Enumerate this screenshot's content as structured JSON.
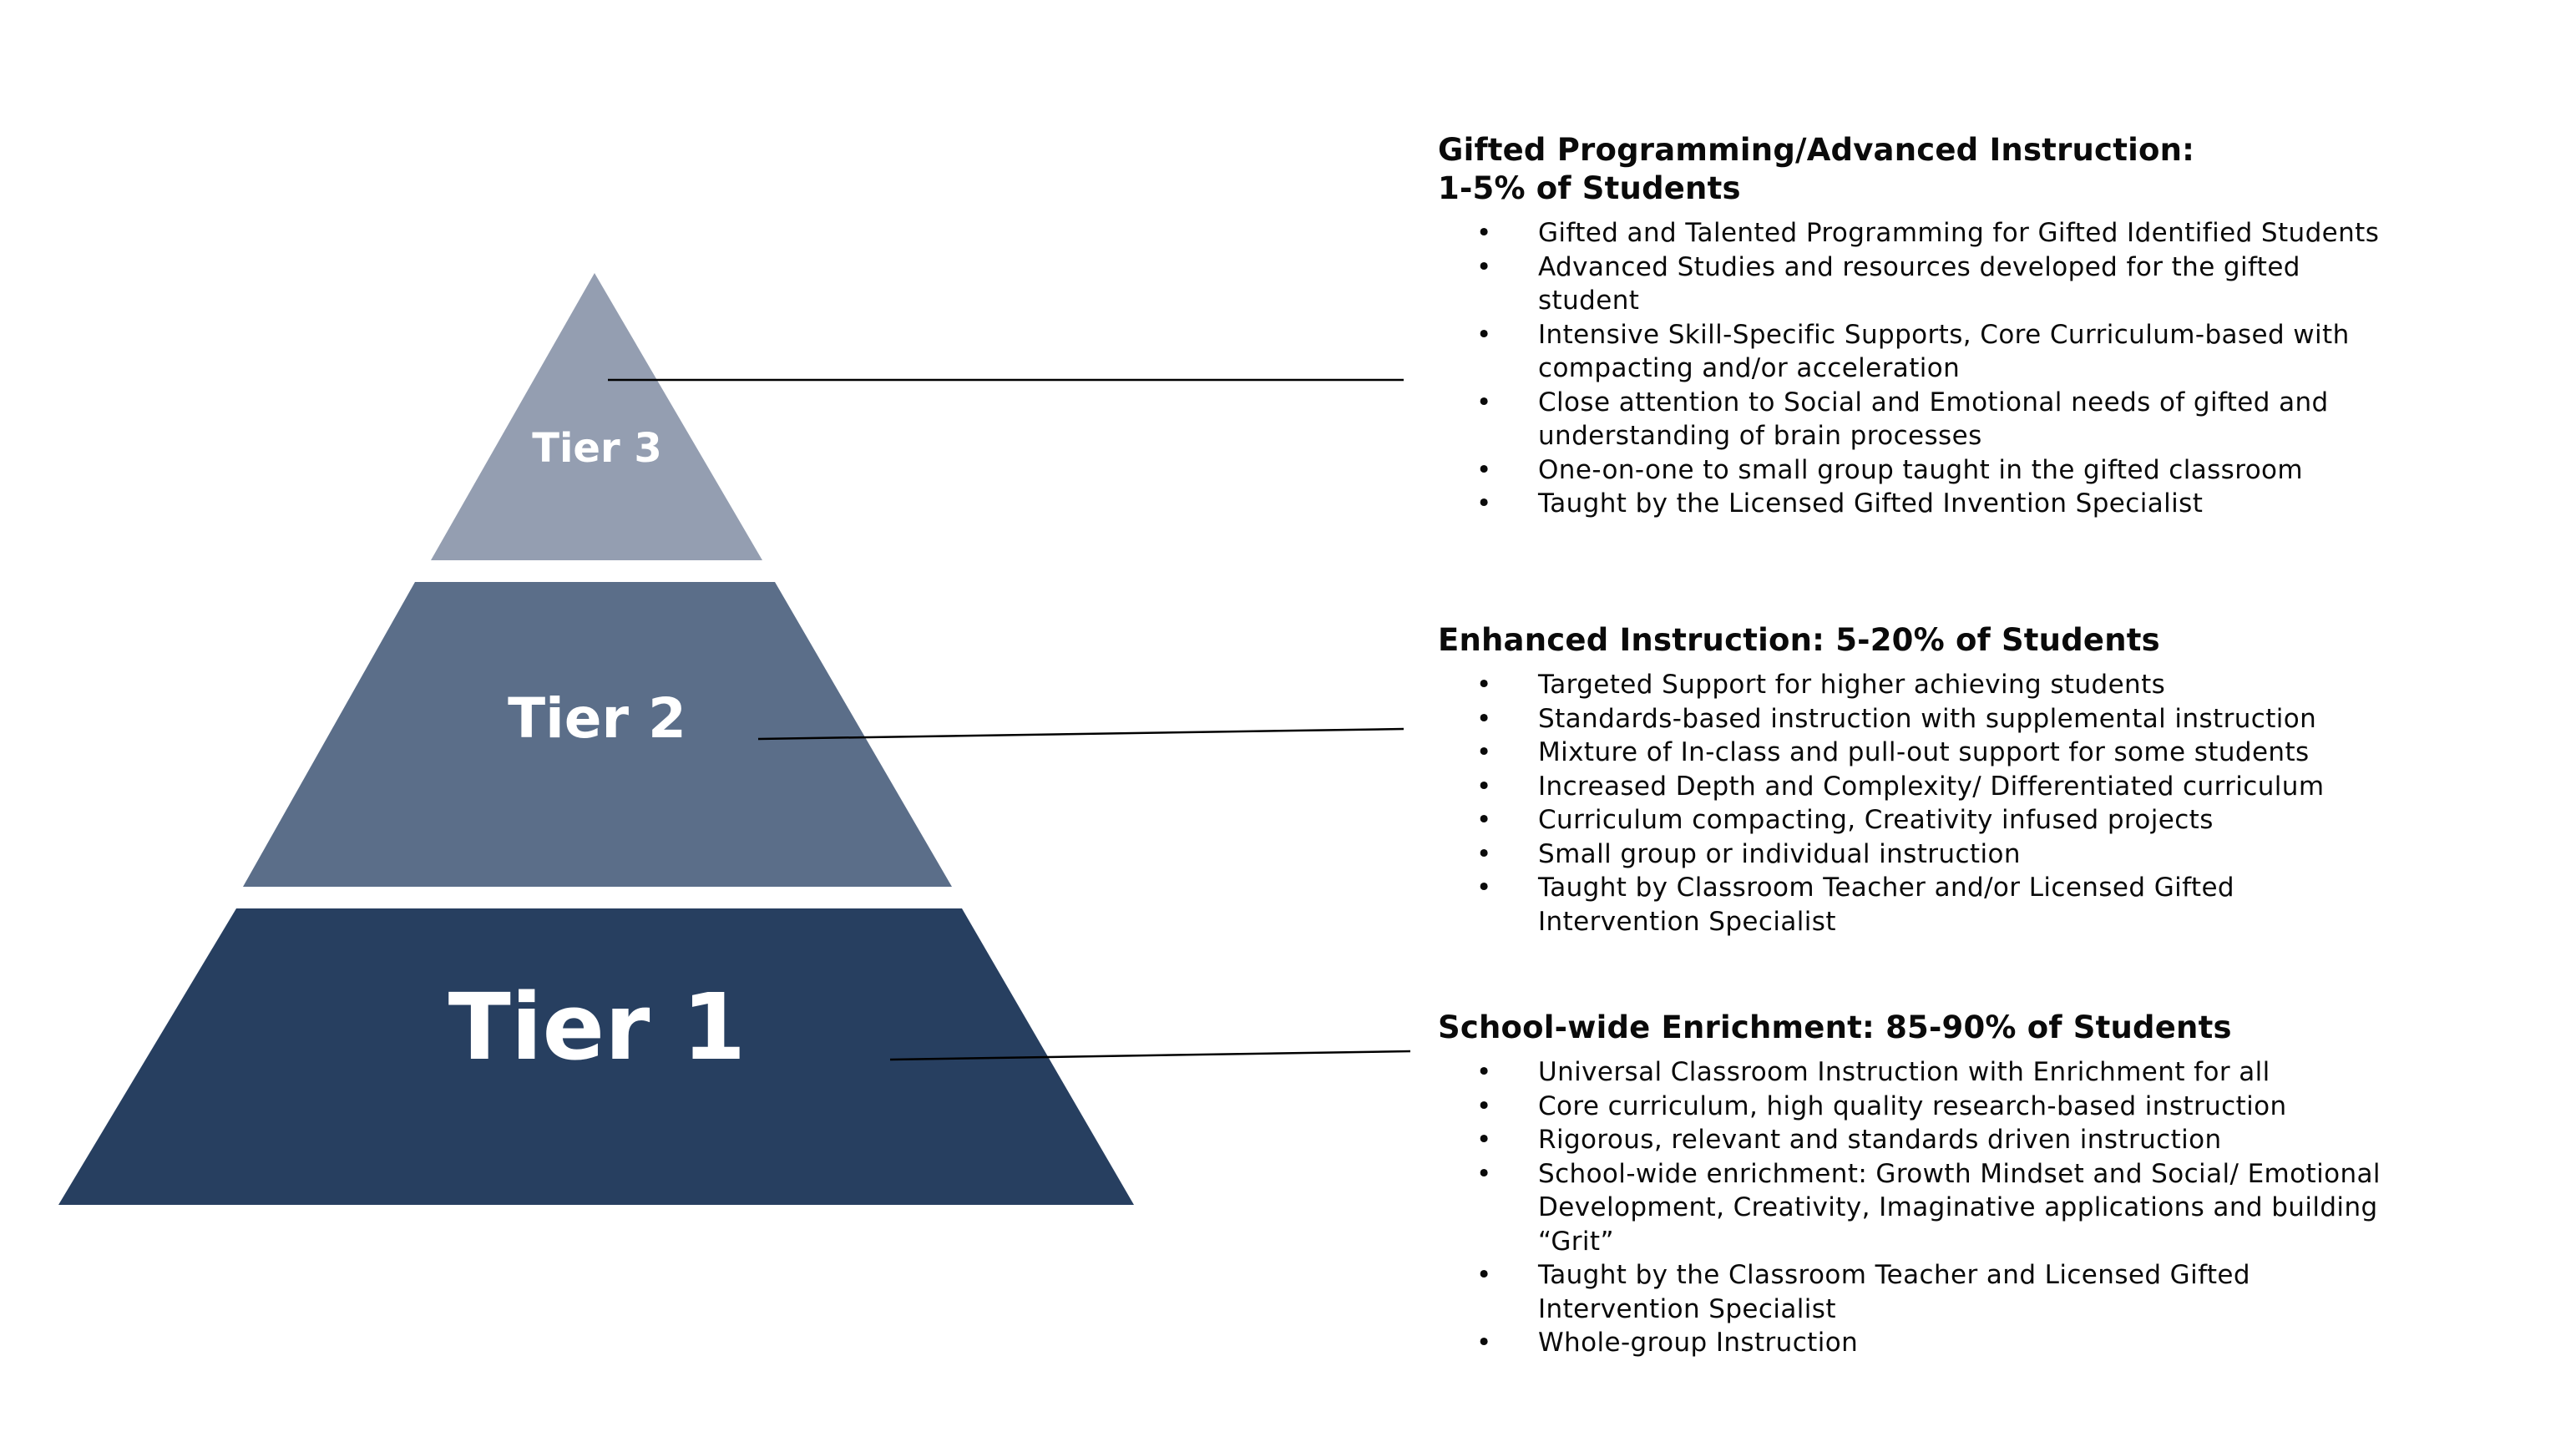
{
  "diagram": {
    "colors": {
      "tier3": "#949eb1",
      "tier2": "#5b6e89",
      "tier1": "#273f60",
      "connector": "#000000",
      "text": "#0a0a0a",
      "background": "#ffffff"
    },
    "tiers": [
      {
        "label": "Tier 3"
      },
      {
        "label": "Tier 2"
      },
      {
        "label": "Tier 1"
      }
    ]
  },
  "sections": [
    {
      "heading": [
        "Gifted Programming/Advanced Instruction:",
        "1-5% of Students"
      ],
      "items": [
        "Gifted and Talented Programming for Gifted Identified Students",
        "Advanced Studies and resources developed for the gifted student",
        "Intensive Skill-Specific Supports, Core Curriculum-based with compacting and/or acceleration",
        "Close attention to Social and Emotional needs of gifted and understanding of brain processes",
        "One-on-one to small group taught in the gifted classroom",
        "Taught by the Licensed Gifted Invention Specialist"
      ]
    },
    {
      "heading": [
        "Enhanced Instruction: 5-20% of Students"
      ],
      "items": [
        "Targeted Support for higher achieving students",
        "Standards-based instruction with supplemental instruction",
        "Mixture of In-class and pull-out support for some students",
        "Increased Depth and Complexity/ Differentiated curriculum",
        "Curriculum compacting, Creativity infused projects",
        "Small group or individual instruction",
        "Taught by Classroom Teacher and/or Licensed Gifted Intervention Specialist"
      ]
    },
    {
      "heading": [
        "School-wide Enrichment: 85-90% of Students"
      ],
      "items": [
        "Universal Classroom Instruction with Enrichment for all",
        "Core curriculum, high quality research-based instruction",
        "Rigorous, relevant and standards driven instruction",
        "School-wide enrichment: Growth Mindset and Social/ Emotional Development, Creativity, Imaginative applications and building “Grit”",
        "Taught by the Classroom Teacher and Licensed Gifted Intervention Specialist",
        "Whole-group Instruction"
      ]
    }
  ]
}
